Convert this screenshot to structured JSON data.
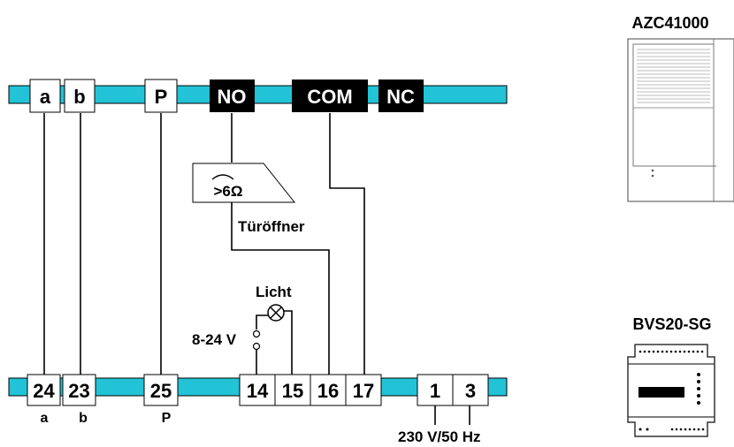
{
  "colors": {
    "bus": "#22c3d6",
    "black": "#000000",
    "white": "#ffffff",
    "gray": "#888888"
  },
  "top_terminals": [
    {
      "label": "a",
      "style": "white"
    },
    {
      "label": "b",
      "style": "white"
    },
    {
      "label": "P",
      "style": "white"
    },
    {
      "label": "NO",
      "style": "black"
    },
    {
      "label": "COM",
      "style": "black"
    },
    {
      "label": "NC",
      "style": "black"
    }
  ],
  "bottom_terminals": [
    "24",
    "23",
    "25",
    "14",
    "15",
    "16",
    "17",
    "1",
    "3"
  ],
  "bottom_sublabels": {
    "t24": "a",
    "t23": "b",
    "t25": "P"
  },
  "door_opener": {
    "symbol": ">6Ω",
    "label": "Türöffner"
  },
  "light": {
    "label": "Licht",
    "voltage": "8-24 V"
  },
  "supply": "230 V/50 Hz",
  "devices": [
    {
      "name": "AZC41000",
      "icon": "indoor-station-icon"
    },
    {
      "name": "BVS20-SG",
      "icon": "power-supply-din-rail-icon"
    }
  ]
}
